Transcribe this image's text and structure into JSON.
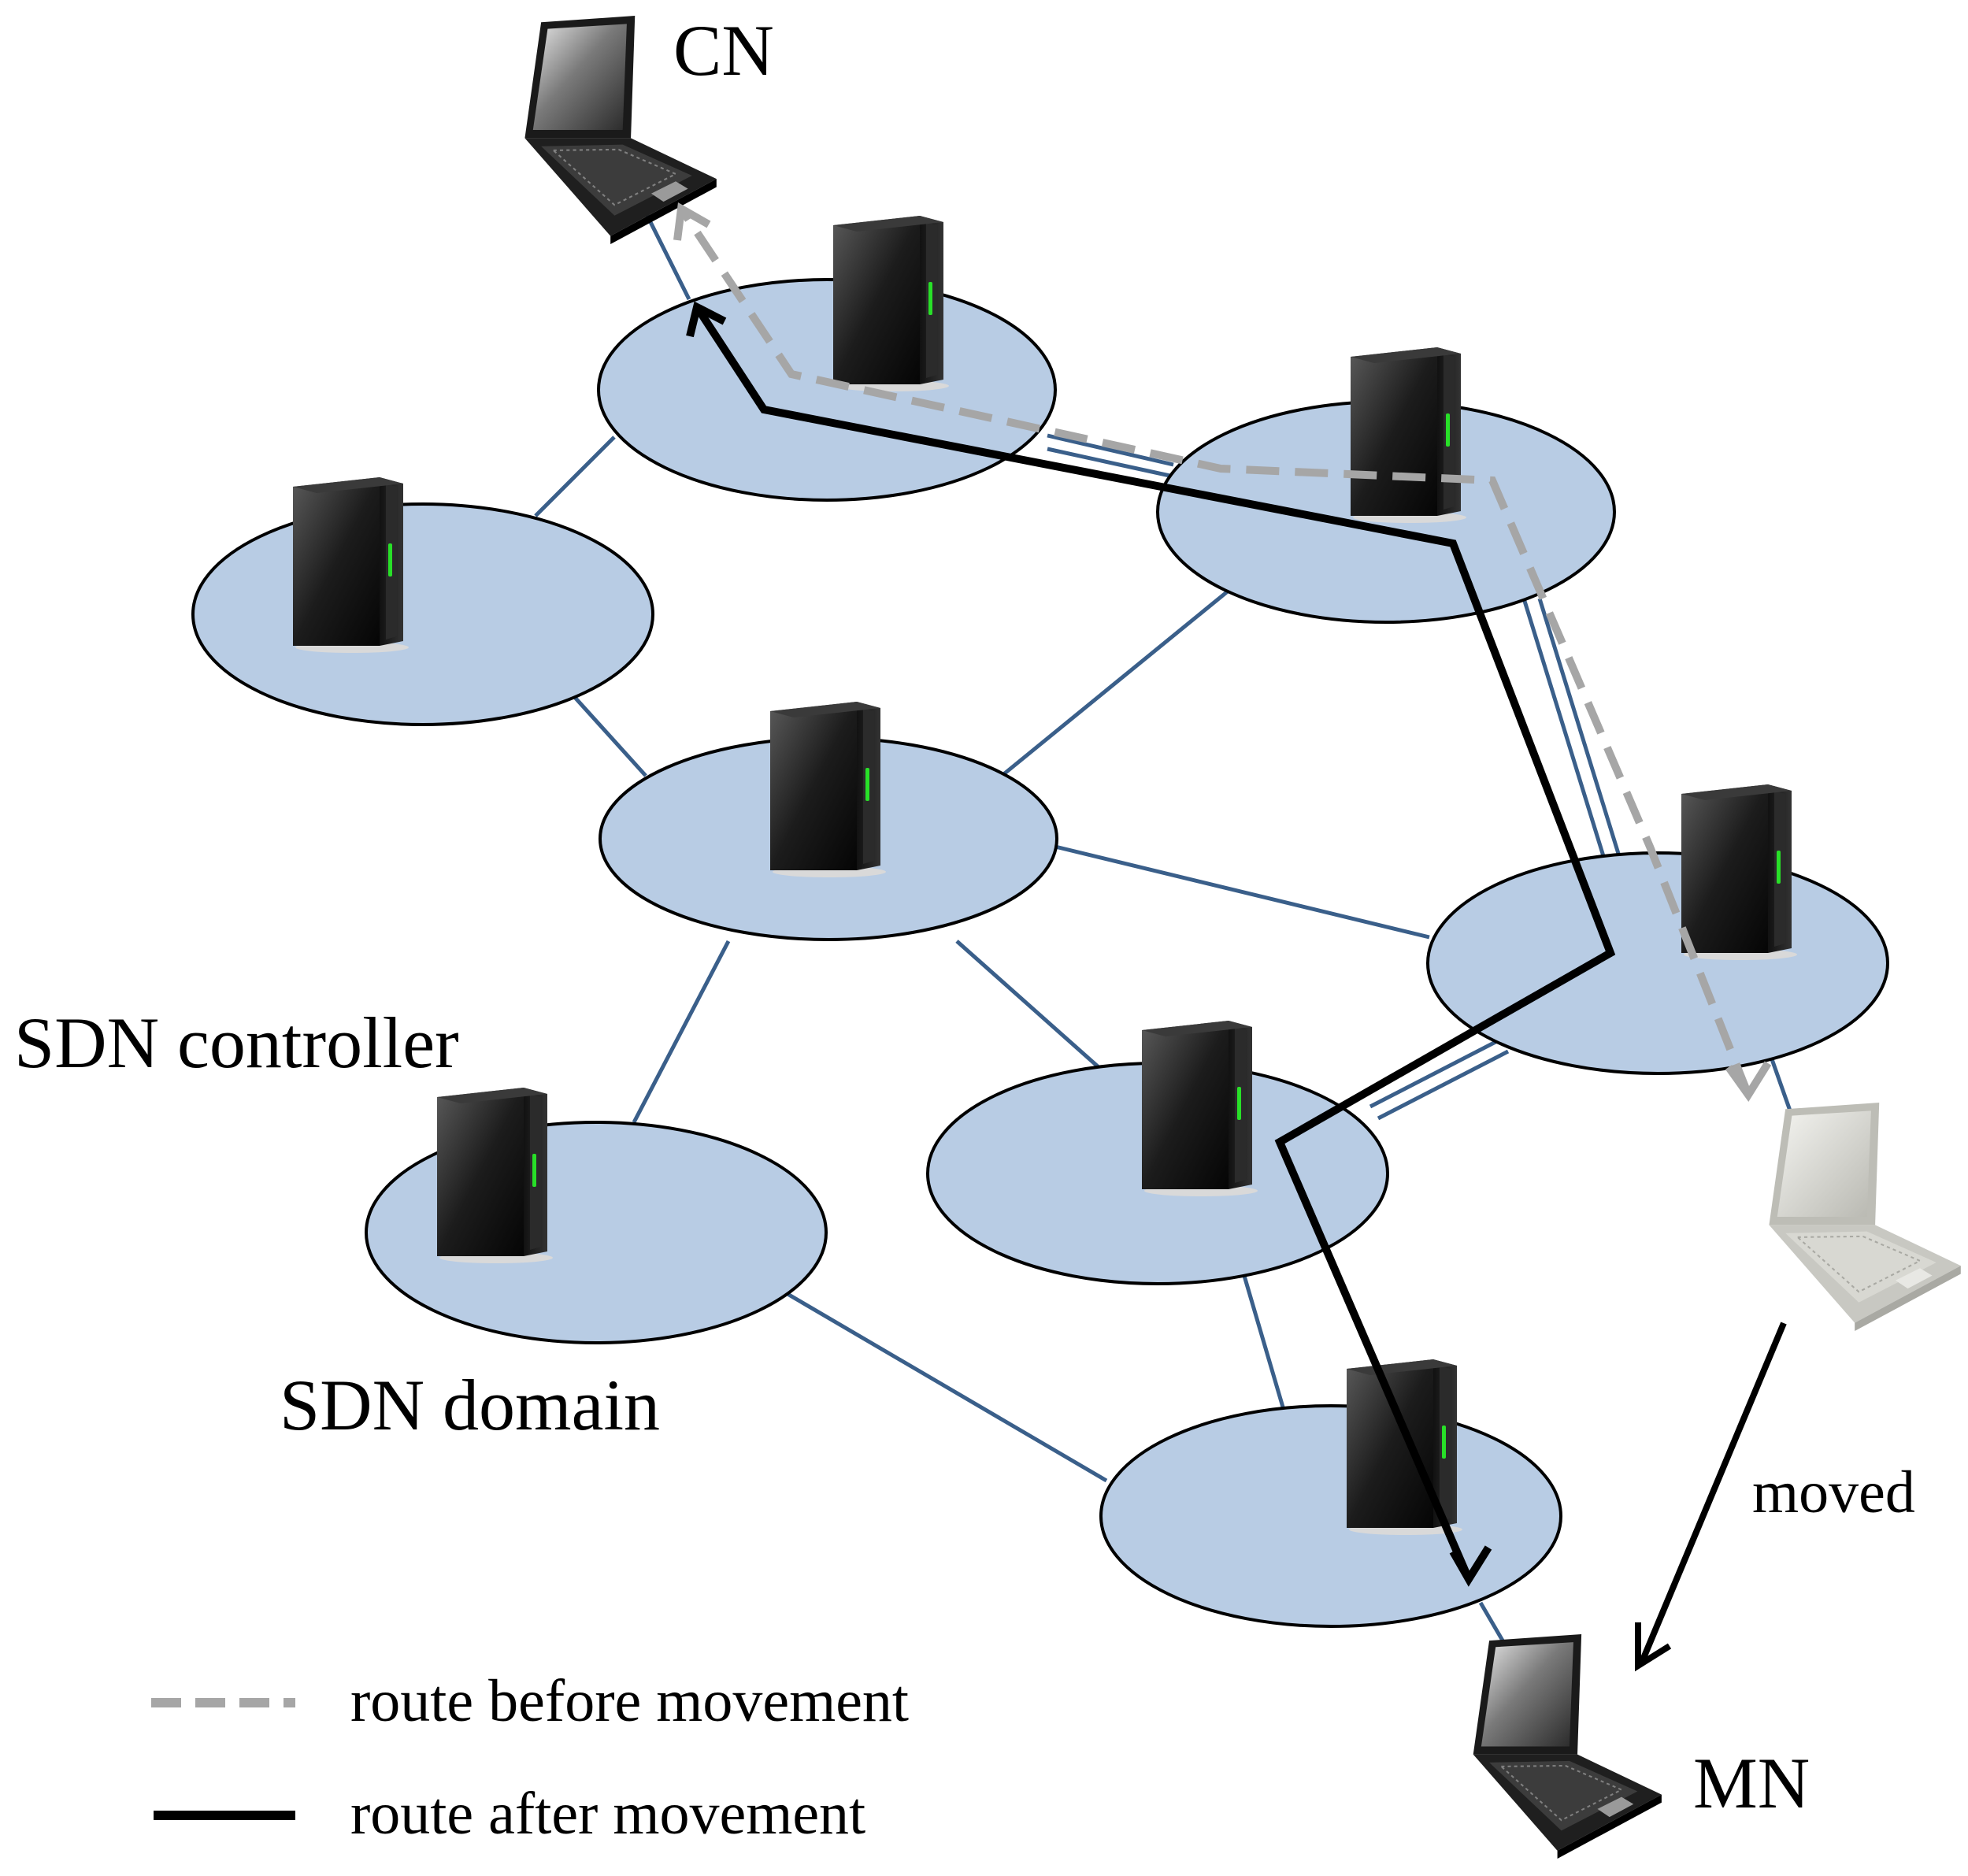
{
  "labels": {
    "cn": "CN",
    "mn": "MN",
    "sdn_controller": "SDN controller",
    "sdn_domain": "SDN domain",
    "moved": "moved"
  },
  "legend": {
    "before": "route before movement",
    "after": "route after movement"
  },
  "colors": {
    "domain_fill": "#b8cce4",
    "link": "#3a5f8a",
    "route_before": "#a6a6a6",
    "route_after": "#000000"
  },
  "icons": {
    "host": "laptop-icon",
    "controller": "server-tower-icon"
  }
}
